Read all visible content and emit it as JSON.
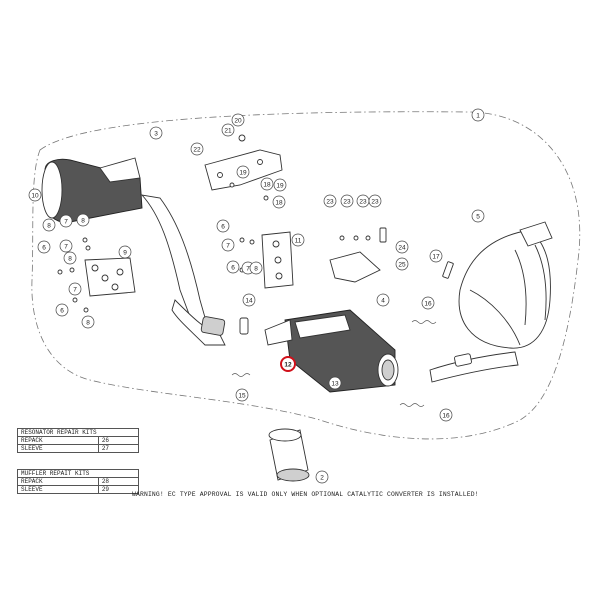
{
  "callouts": [
    {
      "label": "1"
    },
    {
      "label": "2"
    },
    {
      "label": "3"
    },
    {
      "label": "4"
    },
    {
      "label": "5"
    },
    {
      "label": "6"
    },
    {
      "label": "6"
    },
    {
      "label": "6"
    },
    {
      "label": "6"
    },
    {
      "label": "7"
    },
    {
      "label": "7"
    },
    {
      "label": "7"
    },
    {
      "label": "7"
    },
    {
      "label": "7"
    },
    {
      "label": "8"
    },
    {
      "label": "8"
    },
    {
      "label": "8"
    },
    {
      "label": "8"
    },
    {
      "label": "8"
    },
    {
      "label": "9"
    },
    {
      "label": "10"
    },
    {
      "label": "11"
    },
    {
      "label": "12"
    },
    {
      "label": "13"
    },
    {
      "label": "14"
    },
    {
      "label": "15"
    },
    {
      "label": "16"
    },
    {
      "label": "16"
    },
    {
      "label": "17"
    },
    {
      "label": "18"
    },
    {
      "label": "18"
    },
    {
      "label": "19"
    },
    {
      "label": "19"
    },
    {
      "label": "20"
    },
    {
      "label": "21"
    },
    {
      "label": "22"
    },
    {
      "label": "23"
    },
    {
      "label": "23"
    },
    {
      "label": "23"
    },
    {
      "label": "23"
    },
    {
      "label": "24"
    },
    {
      "label": "25"
    }
  ],
  "highlight_color": "#d0101a",
  "resonator_kit": {
    "title": "RESONATOR REPAIR KITS",
    "rows": [
      {
        "name": "REPACK",
        "num": "26"
      },
      {
        "name": "SLEEVE",
        "num": "27"
      }
    ]
  },
  "muffler_kit": {
    "title": "MUFFLER REPAIT KITS",
    "rows": [
      {
        "name": "REPACK",
        "num": "28"
      },
      {
        "name": "SLEEVE",
        "num": "29"
      }
    ]
  },
  "warning": "WARNING! EC TYPE APPROVAL IS VALID ONLY WHEN OPTIONAL CATALYTIC CONVERTER IS INSTALLED!"
}
